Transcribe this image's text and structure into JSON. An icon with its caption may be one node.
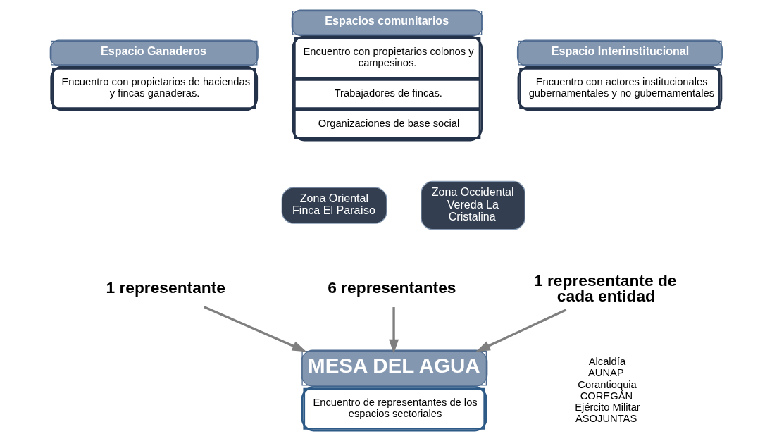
{
  "diagram": {
    "nodes": [
      {
        "text": [
          "Espacio Ganaderos",
          "Encuentro con propietarios de haciendas y fincas ganaderas."
        ]
      },
      {
        "text": [
          "Espacios comunitarios",
          "Encuentro con propietarios colonos y campesinos.",
          "Trabajadores de fincas.",
          "Organizaciones de base social"
        ]
      },
      {
        "text": [
          "Zona Oriental Finca El Paraíso"
        ]
      },
      {
        "text": [
          "Zona Occidental Vereda La Cristalina"
        ]
      },
      {
        "text": [
          "Espacio Interinstitucional",
          "Encuentro con actores institucionales gubernamentales y no gubernamentales"
        ]
      },
      {
        "text": [
          "1 representante"
        ]
      },
      {
        "text": [
          "6 representantes"
        ]
      },
      {
        "text": [
          "1 representante de cada entidad"
        ]
      },
      {
        "text": [
          "MESA DEL AGUA",
          "Encuentro de representantes de los espacios sectoriales"
        ]
      }
    ],
    "edges": [
      {
        "from": 5,
        "to": 8,
        "arrow": "to"
      },
      {
        "from": 6,
        "to": 8,
        "arrow": "to"
      },
      {
        "from": 7,
        "to": 8,
        "arrow": "to"
      }
    ],
    "labels": [
      "Alcaldía",
      "AUNAP",
      "Corantioquia",
      "COREGÁN",
      "Ejército Militar",
      "ASOJUNTAS"
    ]
  }
}
